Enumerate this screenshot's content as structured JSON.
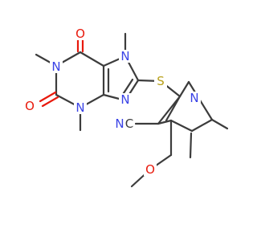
{
  "molecule": {
    "atoms": {
      "o_top": "O",
      "o_left": "O",
      "n7": "N",
      "n1": "N",
      "n3": "N",
      "n9": "N",
      "s": "S",
      "n_pyr": "N",
      "nitrile_n": "N",
      "nitrile_c": "C",
      "o_ether": "O"
    },
    "colors": {
      "carbon": "#3c3c3c",
      "nitrogen": "#3a43e6",
      "oxygen": "#e8190c",
      "sulfur": "#b8a01a"
    }
  }
}
